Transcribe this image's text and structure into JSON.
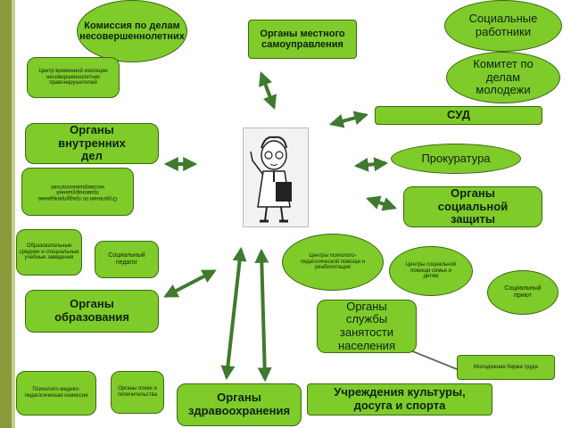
{
  "nodes": {
    "commission": "Комиссия по делам несовершеннолетних",
    "local_gov": "Органы местного самоуправления",
    "social_workers": "Социальные работники",
    "temp_isolation": "Центр временной изоляции несовершеннолетних правонарушителей",
    "youth_committee": "Комитет по делам молодежи",
    "court": "СУД",
    "internal_affairs": "Органы внутренних дел",
    "prosecutor": "Прокуратура",
    "juvenile_dept": "Отделения по предупреждению правонарушений несовершеннолетних",
    "social_protection": "Органы социальной защиты",
    "schools": "Образовательные средние и специальные учебные заведения",
    "social_teacher": "Социальный педагог",
    "psych_centers": "Центры психолого-педагогической помощи и реабилитации",
    "family_centers": "Центры социальной помощи семье и детям",
    "shelter": "Социальный приют",
    "education": "Органы образования",
    "employment": "Органы службы занятости населения",
    "youth_exchange": "Молодежная биржа труда",
    "pmp_commission": "Психолого-медико-педагогическая комиссия",
    "guardianship": "Органы опеки и попечительства",
    "healthcare": "Органы здравоохранения",
    "culture": "Учреждения культуры, досуга и спорта"
  },
  "colors": {
    "node_fill": "#7ecb2a",
    "node_border": "#3c6a10",
    "arrow": "#3f7a2e",
    "stripe": "#8a9a3a"
  },
  "icons": {
    "center": "scientist-figure"
  }
}
